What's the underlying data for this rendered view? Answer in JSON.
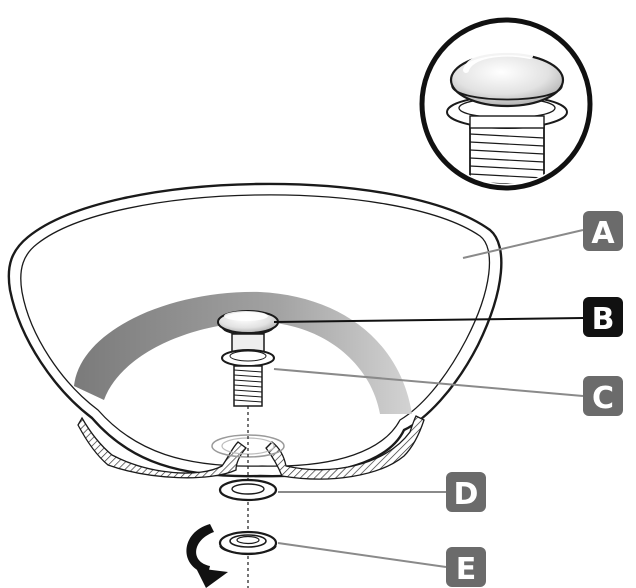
{
  "callouts": [
    {
      "id": "A",
      "label": "A",
      "color": "#6b6b6b"
    },
    {
      "id": "B",
      "label": "B",
      "color": "#111111"
    },
    {
      "id": "C",
      "label": "C",
      "color": "#6b6b6b"
    },
    {
      "id": "D",
      "label": "D",
      "color": "#6b6b6b"
    },
    {
      "id": "E",
      "label": "E",
      "color": "#6b6b6b"
    }
  ],
  "icons": {
    "rotation": "curved-arrow-icon",
    "detail": "pop-up-drain-detail-icon"
  },
  "colors": {
    "line": "#1a1a1a",
    "shadow": "#7a7a7a",
    "chrome": "#d9d9d9"
  }
}
